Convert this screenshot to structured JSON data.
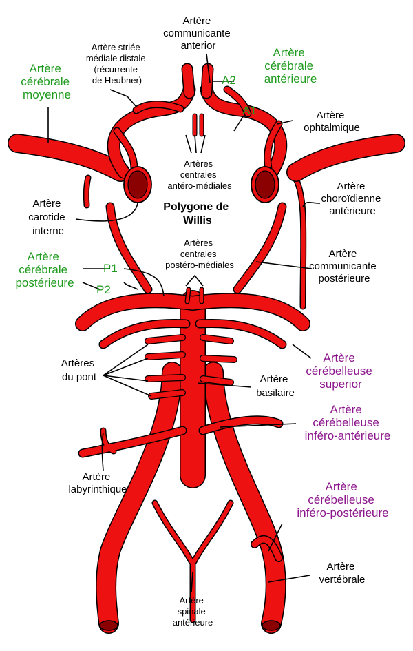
{
  "diagram": {
    "title": [
      "Polygone de",
      "Willis"
    ],
    "labels": {
      "communicante_anterior": [
        "Artère",
        "communicante",
        "anterior"
      ],
      "striee": [
        "Artère striée",
        "médiale distale",
        "(récurrente",
        "de Heubner)"
      ],
      "cerebrale_moyenne": [
        "Artère",
        "cérébrale",
        "moyenne"
      ],
      "cerebrale_anterieure": [
        "Artère",
        "cérébrale",
        "antérieure"
      ],
      "a2": "A2",
      "a1": "A1",
      "ophtalmique": [
        "Artère",
        "ophtalmique"
      ],
      "centrales_antero": [
        "Artères",
        "centrales",
        "antéro-médiales"
      ],
      "carotide": [
        "Artère",
        "carotide",
        "interne"
      ],
      "choroidienne": [
        "Artère",
        "choroïdienne",
        "antérieure"
      ],
      "centrales_postero": [
        "Artères",
        "centrales",
        "postéro-médiales"
      ],
      "cerebrale_posterieure": [
        "Artère",
        "cérébrale",
        "postérieure"
      ],
      "p1": "P1",
      "p2": "P2",
      "communicante_posterieure": [
        "Artère",
        "communicante",
        "postérieure"
      ],
      "cerebelleuse_superior": [
        "Artère",
        "cérébelleuse",
        "superior"
      ],
      "arteres_pont": [
        "Artères",
        "du pont"
      ],
      "basilaire": [
        "Artère",
        "basilaire"
      ],
      "cerebelleuse_infero_ant": [
        "Artère",
        "cérébelleuse",
        "inféro-antérieure"
      ],
      "labyrinthique": [
        "Artère",
        "labyrinthique"
      ],
      "cerebelleuse_infero_post": [
        "Artère",
        "cérébelleuse",
        "inféro-postérieure"
      ],
      "vertebrale": [
        "Artère",
        "vertébrale"
      ],
      "spinale": [
        "Artère",
        "spinale",
        "antérieure"
      ]
    },
    "colors": {
      "artery": "#ee1111",
      "artery_dark": "#8b0000",
      "green": "#1e9b1e",
      "purple": "#8b158b"
    }
  }
}
